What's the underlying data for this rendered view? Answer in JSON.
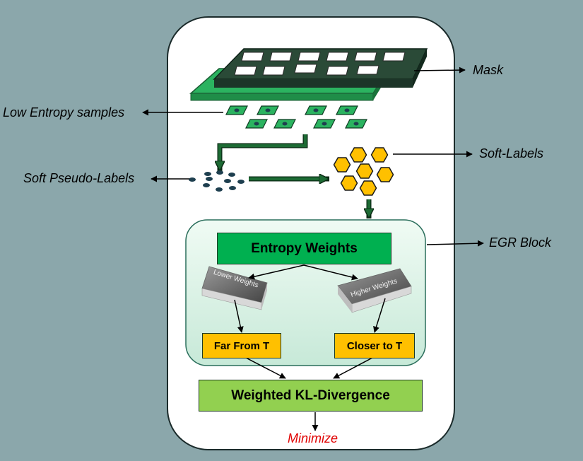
{
  "labels": {
    "mask": "Mask",
    "low_entropy": "Low Entropy samples",
    "soft_labels": "Soft-Labels",
    "soft_pseudo": "Soft Pseudo-Labels",
    "egr": "EGR Block",
    "minimize": "Minimize"
  },
  "blocks": {
    "entropy_weights": "Entropy Weights",
    "lower_weights": "Lower Weights",
    "higher_weights": "Higher Weights",
    "far": "Far From T",
    "closer": "Closer to T",
    "kl": "Weighted KL-Divergence"
  },
  "colors": {
    "background": "#8ba7ab",
    "panel": "#ffffff",
    "mask_dark": "#2a4a37",
    "mask_light": "#2bb360",
    "entropy_box": "#00b050",
    "yellow_box": "#ffc000",
    "kl_box": "#92d050",
    "hexagon": "#ffc000",
    "dot": "#1e3f4f",
    "minimize": "#e00000"
  }
}
